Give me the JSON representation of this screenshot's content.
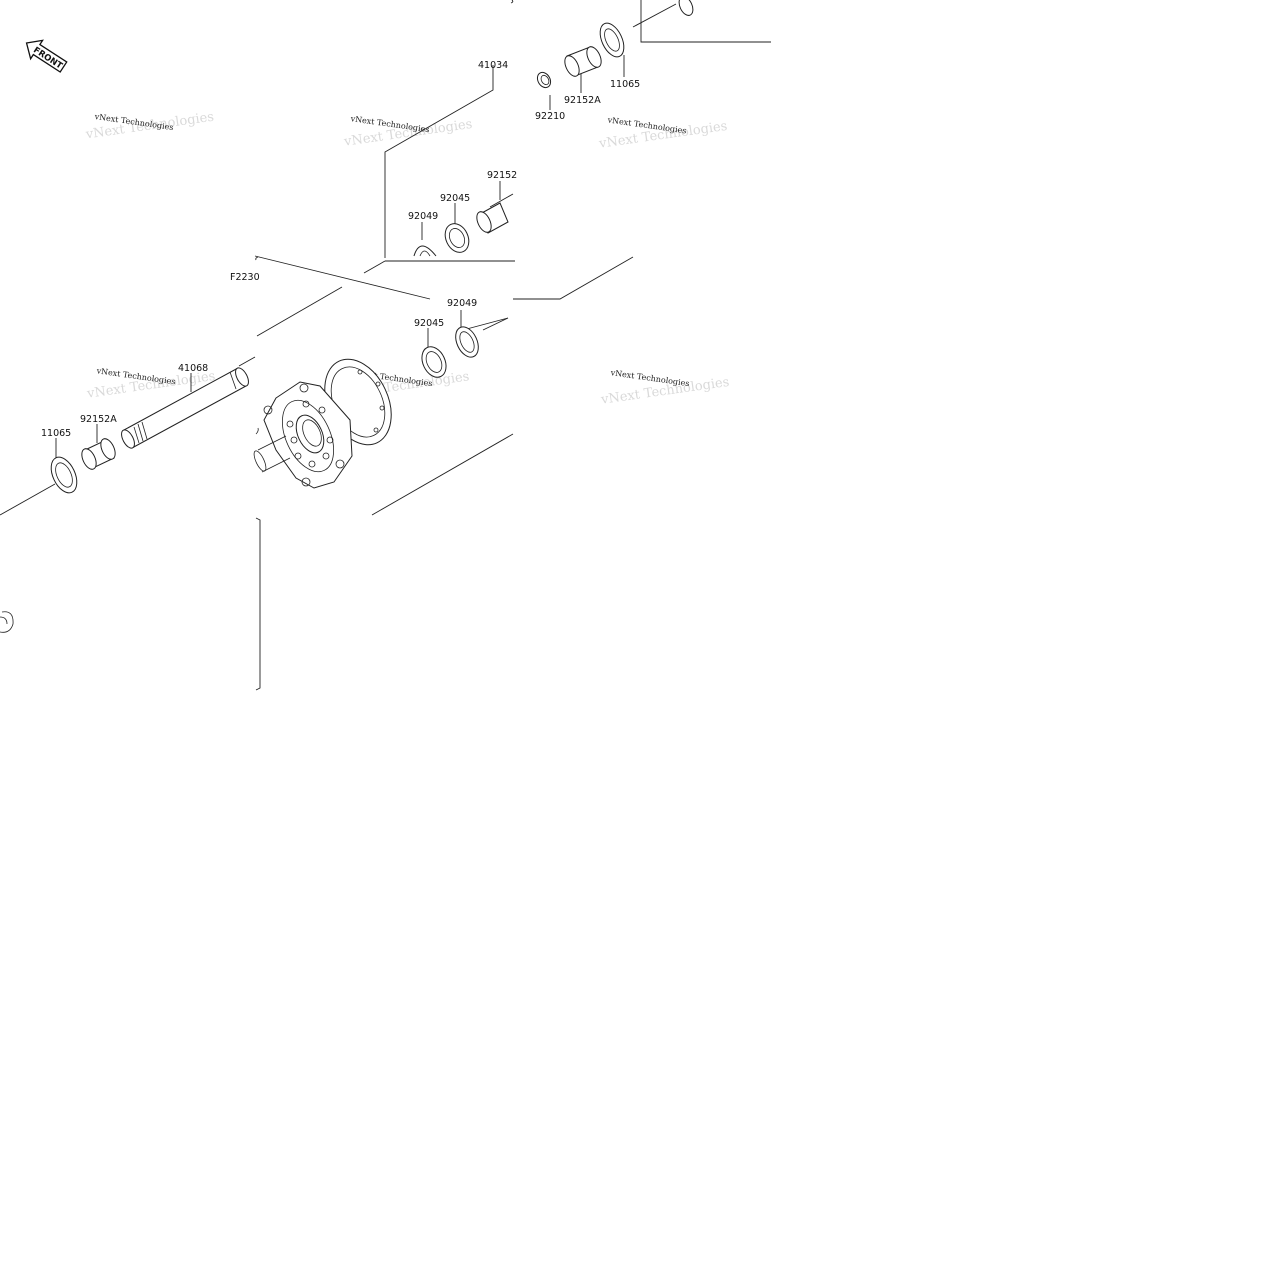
{
  "orientation_marker": {
    "text": "FRONT",
    "icon": "front-arrow-icon"
  },
  "figure_ref": "F2230",
  "part_labels": {
    "p41034": "41034",
    "p92210": "92210",
    "p92152A_top": "92152A",
    "p11065_top": "11065",
    "p92152": "92152",
    "p92045_top": "92045",
    "p92049_top": "92049",
    "p92049_mid": "92049",
    "p92045_mid": "92045",
    "p41068": "41068",
    "p92152A_left": "92152A",
    "p11065_left": "11065"
  },
  "watermarks": [
    "vNext Technologies",
    "vNext Technologies",
    "vNext Technologies",
    "vNext Technologies",
    "vNext Technologies",
    "vNext Technologies"
  ],
  "colors": {
    "line": "#222222",
    "background": "#ffffff"
  }
}
